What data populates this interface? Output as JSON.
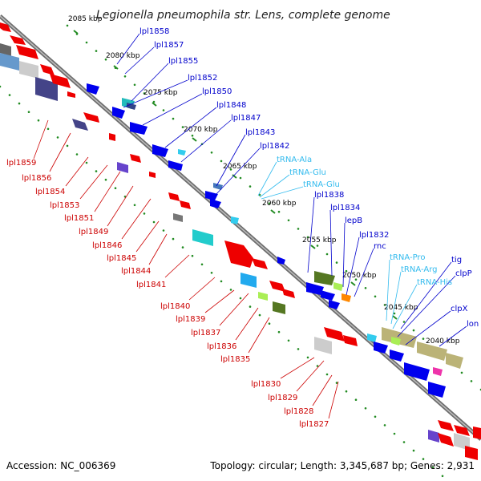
{
  "title": "Legionella pneumophila str. Lens, complete genome",
  "footer": {
    "accession": "Accession: NC_006369",
    "topology": "Topology: circular; Length: 3,345,687 bp; Genes: 2,931"
  },
  "colors": {
    "backbone": "#808080",
    "forward_label": "#0000cc",
    "reverse_label": "#cc0000",
    "rna_label": "#33bbee",
    "tick": "#228b22"
  },
  "ticks": [
    "2085 kbp",
    "2080 kbp",
    "2075 kbp",
    "2070 kbp",
    "2065 kbp",
    "2060 kbp",
    "2055 kbp",
    "2050 kbp",
    "2045 kbp",
    "2040 kbp"
  ],
  "labels_forward": [
    "lpl1858",
    "lpl1857",
    "lpl1855",
    "lpl1852",
    "lpl1850",
    "lpl1848",
    "lpl1847",
    "lpl1843",
    "lpl1842",
    "lpl1838",
    "lpl1834",
    "lepB",
    "lpl1832",
    "rnc",
    "tig",
    "clpP",
    "clpX",
    "lon"
  ],
  "labels_rna": [
    "tRNA-Ala",
    "tRNA-Glu",
    "tRNA-Glu",
    "tRNA-Pro",
    "tRNA-Arg",
    "tRNA-His"
  ],
  "labels_reverse": [
    "lpl1859",
    "lpl1856",
    "lpl1854",
    "lpl1853",
    "lpl1851",
    "lpl1849",
    "lpl1846",
    "lpl1845",
    "lpl1844",
    "lpl1841",
    "lpl1840",
    "lpl1839",
    "lpl1837",
    "lpl1836",
    "lpl1835",
    "lpl1830",
    "lpl1829",
    "lpl1828",
    "lpl1827"
  ]
}
